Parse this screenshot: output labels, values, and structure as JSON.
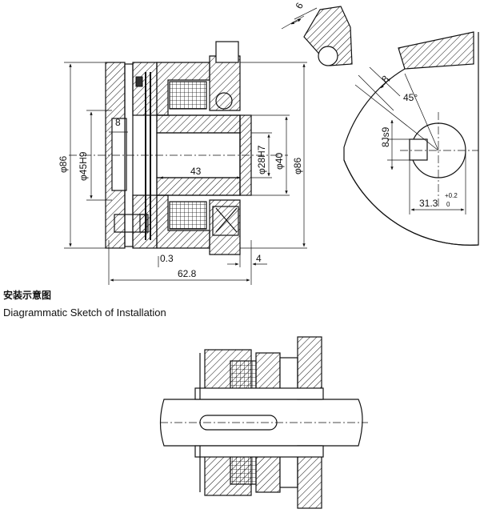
{
  "dimensions": {
    "six": "6",
    "eight_top": "8",
    "angle": "45°",
    "keyway": "8Js9",
    "offset_main": "31.3",
    "offset_tol_upper": "+0.2",
    "offset_tol_lower": "0",
    "phi86_left": "φ86",
    "phi45": "φ45H9",
    "eight_left": "8",
    "phi28": "φ28H7",
    "phi40": "φ40",
    "phi86_right": "φ86",
    "len43": "43",
    "gap03": "0.3",
    "four": "4",
    "len628": "62.8"
  },
  "caption": {
    "chinese": "安装示意图",
    "english": "Diagrammatic Sketch of Installation"
  }
}
